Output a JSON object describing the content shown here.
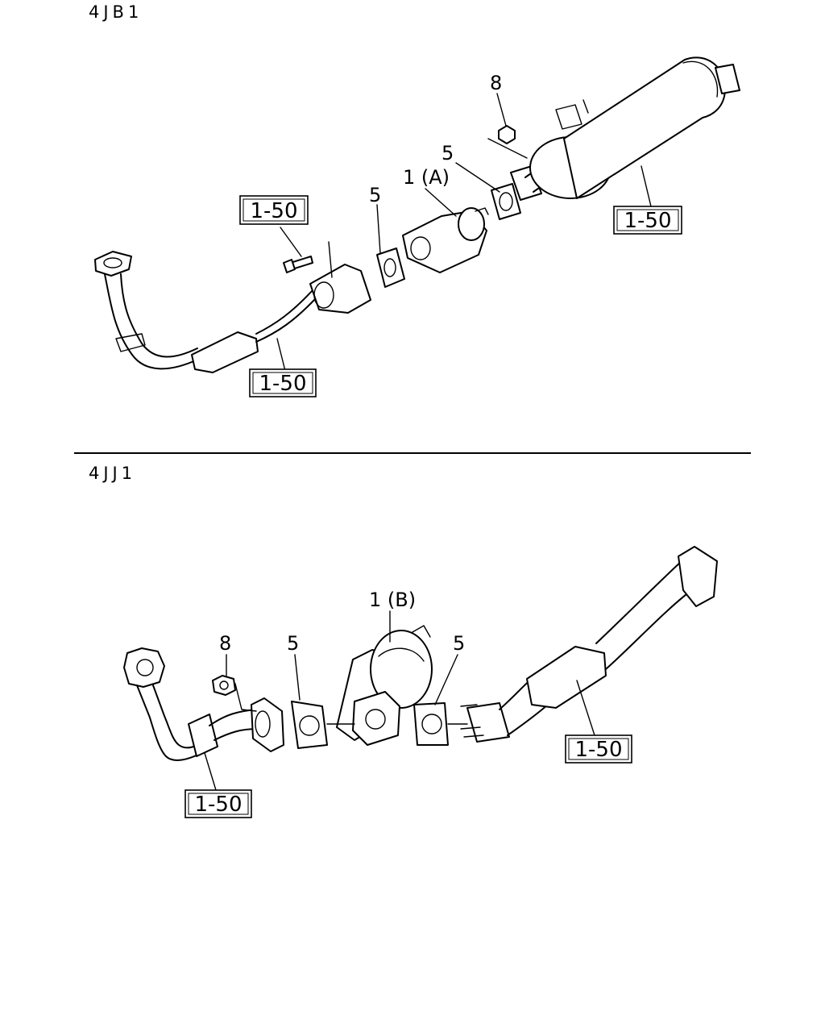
{
  "sections": [
    {
      "label": "4JB1",
      "callouts": {
        "nut": "8",
        "gasket_front": "5",
        "gasket_rear": "5",
        "converter": "1 (A)"
      },
      "references": [
        "1-50",
        "1-50",
        "1-50"
      ]
    },
    {
      "label": "4JJ1",
      "callouts": {
        "nut": "8",
        "gasket_front": "5",
        "gasket_rear": "5",
        "converter": "1 (B)"
      },
      "references": [
        "1-50",
        "1-50"
      ]
    }
  ]
}
